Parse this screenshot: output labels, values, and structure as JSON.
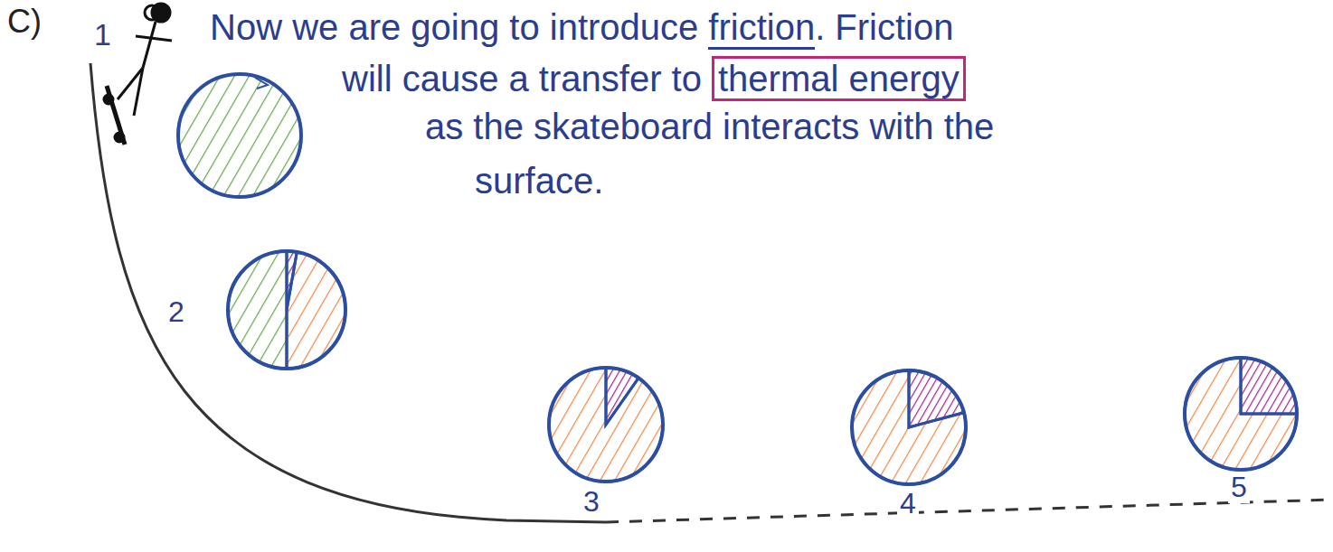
{
  "diagram": {
    "labels": [
      "C)",
      "1",
      "Now we are going to introduce",
      "friction",
      ". Friction",
      "will cause a transfer to",
      "thermal energy",
      "as the skateboard interacts with the",
      "surface.",
      "2",
      "3",
      "4",
      "5"
    ]
  }
}
